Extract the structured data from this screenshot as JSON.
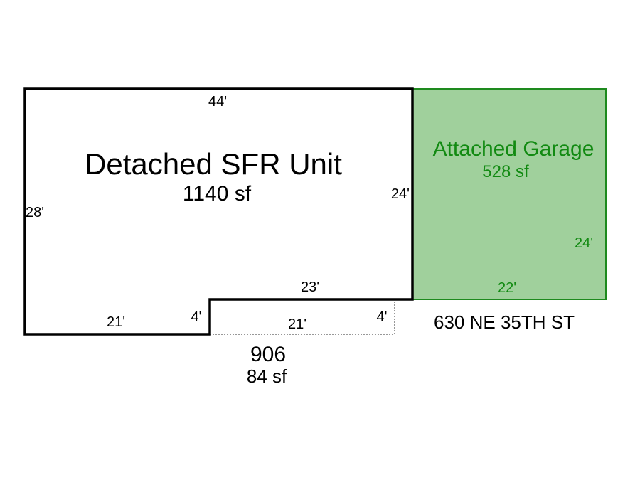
{
  "main_unit": {
    "title": "Detached SFR Unit",
    "area": "1140 sf",
    "dims": {
      "top": "44'",
      "left": "28'",
      "right": "24'",
      "step_top": "23'",
      "bottom_left": "21'",
      "step_side": "4'"
    }
  },
  "garage": {
    "title": "Attached Garage",
    "area": "528 sf",
    "dims": {
      "right": "24'",
      "bottom": "22'"
    },
    "fill_color": "#a0d09c",
    "stroke_color": "#1e8a1e"
  },
  "addition": {
    "code": "906",
    "area": "84 sf",
    "dims": {
      "bottom": "21'",
      "side": "4'"
    }
  },
  "address": "630 NE 35TH ST"
}
